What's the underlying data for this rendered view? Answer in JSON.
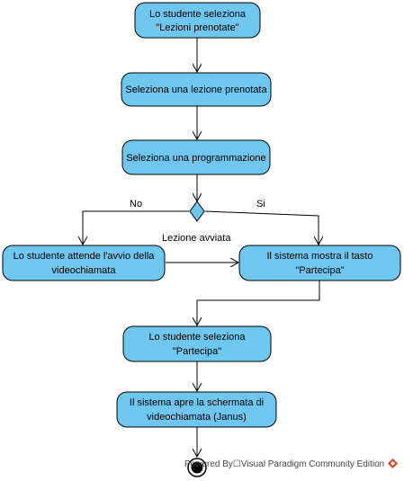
{
  "diagram": {
    "nodes": {
      "n1": {
        "line1": "Lo studente seleziona",
        "line2": "\"Lezioni prenotate\""
      },
      "n2": {
        "line1": "Seleziona una lezione prenotata"
      },
      "n3": {
        "line1": "Seleziona una programmazione"
      },
      "n4": {
        "line1": "Lo studente attende l'avvio della",
        "line2": "videochiamata"
      },
      "n5": {
        "line1": "Il sistema mostra il tasto",
        "line2": "\"Partecipa\""
      },
      "n6": {
        "line1": "Lo studente seleziona",
        "line2": "\"Partecipa\""
      },
      "n7": {
        "line1": "Il sistema apre la schermata di",
        "line2": "videochiamata (Janus)"
      }
    },
    "edge_labels": {
      "no": "No",
      "si": "Si",
      "lezione_avviata": "Lezione avviata"
    },
    "colors": {
      "activity_fill": "#6fc7ef",
      "stroke": "#000000"
    }
  },
  "watermark": {
    "text": "Powered By☐Visual Paradigm Community Edition",
    "logo_icon": "visual-paradigm-logo-icon"
  }
}
